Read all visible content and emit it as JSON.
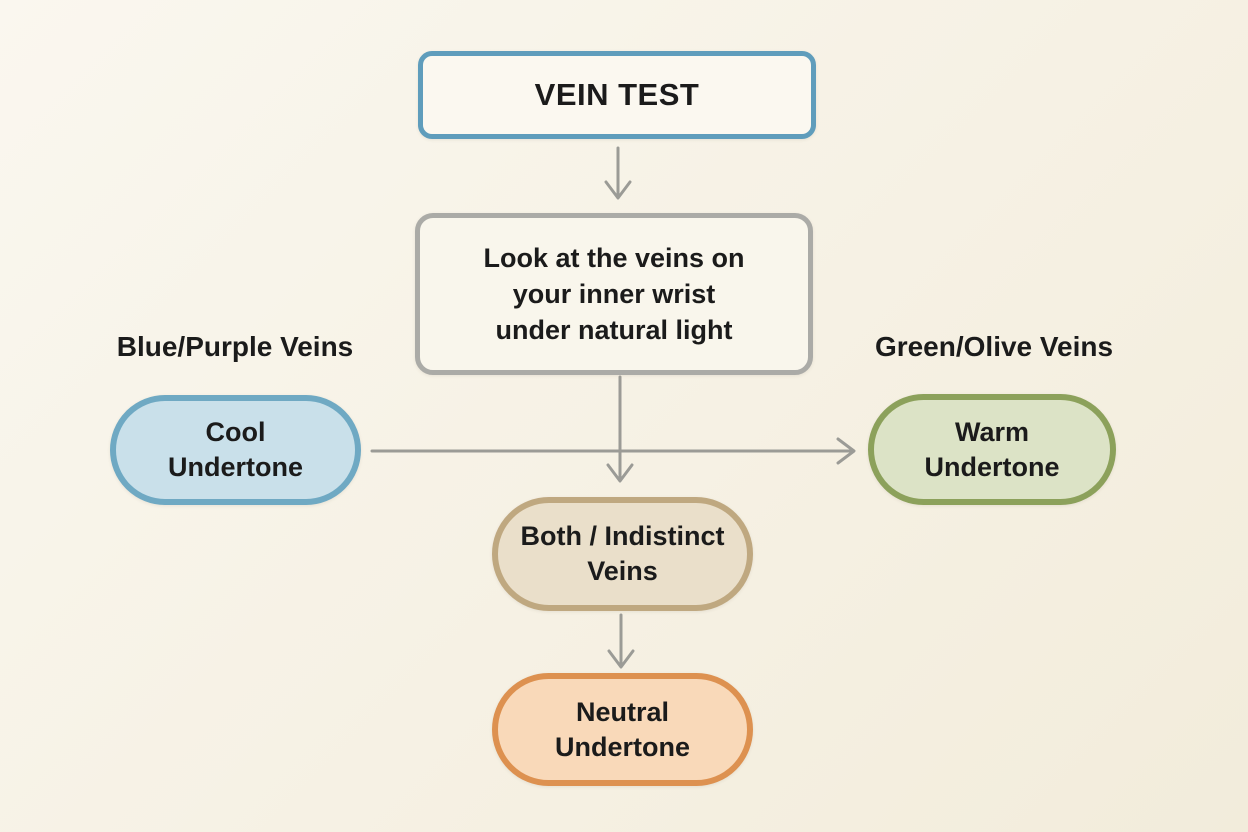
{
  "diagram": {
    "title": "VEIN TEST",
    "type": "flowchart"
  },
  "colors": {
    "background": "#f6f1e4",
    "background_light": "#faf7ef",
    "background_dark": "#f2ecdb",
    "text": "#1b1b1b",
    "arrow": "#9b9b96",
    "vein_test_border": "#5f9dbc",
    "vein_test_fill": "#fbf8f0",
    "instruction_border": "#ababa7",
    "instruction_fill": "#f9f6ec",
    "cool_border": "#6fa9c3",
    "cool_fill": "#c9e0ea",
    "warm_border": "#8ca15b",
    "warm_fill": "#dce3c6",
    "both_border": "#bfa880",
    "both_fill": "#eadfca",
    "neutral_border": "#dd9150",
    "neutral_fill": "#f9d9b9"
  },
  "nodes": {
    "vein_test": {
      "label": "VEIN TEST"
    },
    "instruction": {
      "label": "Look at the veins on your inner wrist under natural light",
      "lines": [
        "Look at the veins on",
        "your inner wrist",
        "under natural light"
      ]
    },
    "cool": {
      "label": "Cool Undertone",
      "lines": [
        "Cool",
        "Undertone"
      ]
    },
    "warm": {
      "label": "Warm Undertone",
      "lines": [
        "Warm",
        "Undertone"
      ]
    },
    "both": {
      "label": "Both / Indistinct Veins",
      "lines": [
        "Both / Indistinct",
        "Veins"
      ]
    },
    "neutral": {
      "label": "Neutral Undertone",
      "lines": [
        "Neutral",
        "Undertone"
      ]
    }
  },
  "branch_labels": {
    "cool": "Blue/Purple Veins",
    "warm": "Green/Olive Veins"
  }
}
